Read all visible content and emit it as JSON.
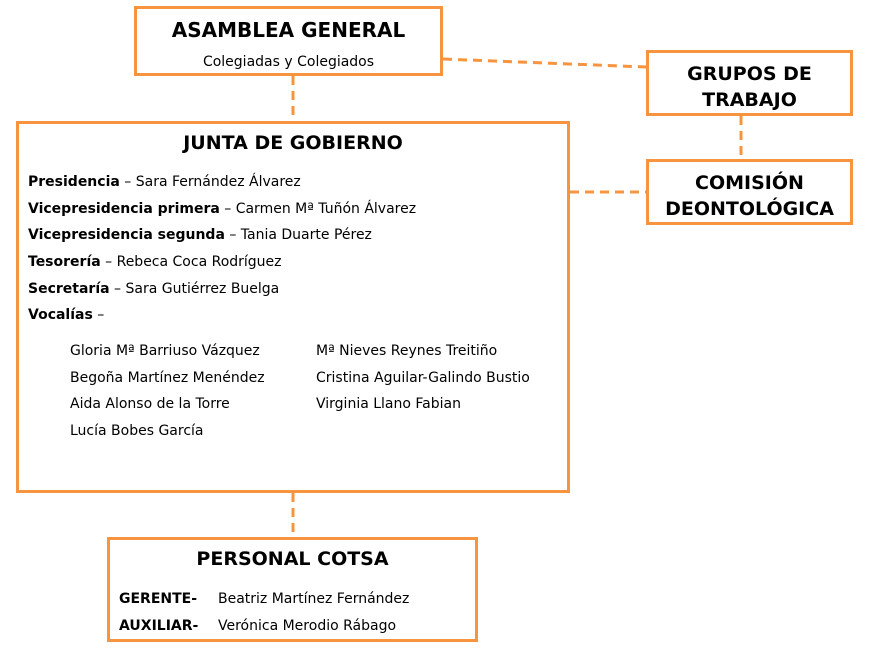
{
  "colors": {
    "accent": "#f7943f"
  },
  "asamblea": {
    "title": "ASAMBLEA GENERAL",
    "subtitle": "Colegiadas y Colegiados"
  },
  "grupos": {
    "line1": "GRUPOS DE",
    "line2": "TRABAJO"
  },
  "comision": {
    "line1": "COMISIÓN",
    "line2": "DEONTOLÓGICA"
  },
  "junta": {
    "title": "JUNTA DE GOBIERNO",
    "roles": [
      {
        "role": "Presidencia",
        "sep": " – ",
        "name": "Sara Fernández Álvarez"
      },
      {
        "role": "Vicepresidencia primera",
        "sep": " – ",
        "name": "Carmen Mª Tuñón Álvarez"
      },
      {
        "role": "Vicepresidencia segunda",
        "sep": " – ",
        "name": "Tania Duarte Pérez"
      },
      {
        "role": "Tesorería",
        "sep": " – ",
        "name": "Rebeca Coca Rodríguez"
      },
      {
        "role": "Secretaría",
        "sep": " – ",
        "name": "Sara Gutiérrez Buelga"
      },
      {
        "role": "Vocalías",
        "sep": " –",
        "name": ""
      }
    ],
    "vocales_left": [
      "Gloria Mª Barriuso Vázquez",
      "Begoña Martínez Menéndez",
      "Aida Alonso de la Torre",
      "Lucía Bobes García"
    ],
    "vocales_right": [
      "Mª Nieves Reynes Treitiño",
      "Cristina Aguilar-Galindo Bustio",
      "Virginia Llano Fabian"
    ]
  },
  "personal": {
    "title": "PERSONAL COTSA",
    "staff": [
      {
        "role": "GERENTE-",
        "name": "Beatriz Martínez Fernández"
      },
      {
        "role": "AUXILIAR-",
        "name": "Verónica Merodio Rábago"
      }
    ]
  }
}
